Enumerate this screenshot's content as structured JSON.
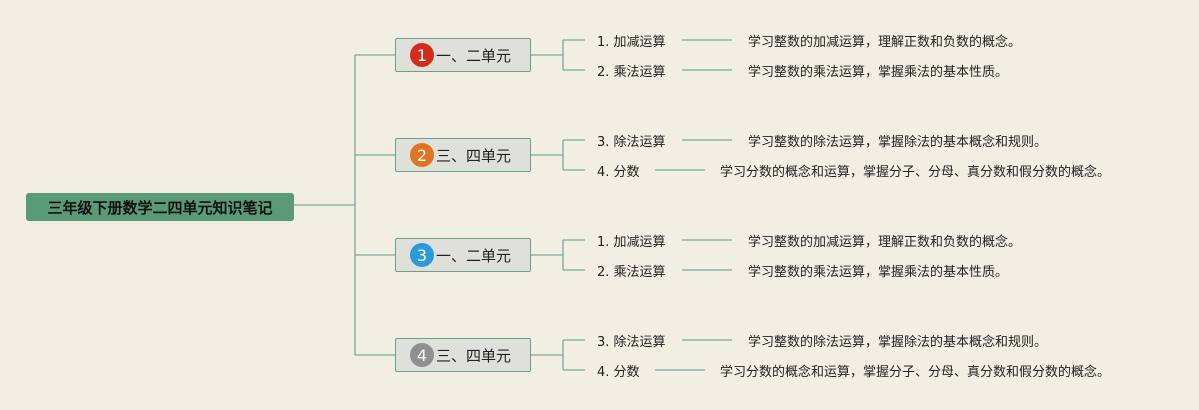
{
  "root": {
    "title": "三年级下册数学二四单元知识笔记"
  },
  "units": [
    {
      "number": "1",
      "label": "一、二单元",
      "color": "#d42b1e",
      "topics": [
        {
          "label": "1. 加减运算",
          "desc": "学习整数的加减运算，理解正数和负数的概念。"
        },
        {
          "label": "2. 乘法运算",
          "desc": "学习整数的乘法运算，掌握乘法的基本性质。"
        }
      ]
    },
    {
      "number": "2",
      "label": "三、四单元",
      "color": "#e27322",
      "topics": [
        {
          "label": "3. 除法运算",
          "desc": "学习整数的除法运算，掌握除法的基本概念和规则。"
        },
        {
          "label": "4. 分数",
          "desc": "学习分数的概念和运算，掌握分子、分母、真分数和假分数的概念。"
        }
      ]
    },
    {
      "number": "3",
      "label": "一、二单元",
      "color": "#2a9ad8",
      "topics": [
        {
          "label": "1. 加减运算",
          "desc": "学习整数的加减运算，理解正数和负数的概念。"
        },
        {
          "label": "2. 乘法运算",
          "desc": "学习整数的乘法运算，掌握乘法的基本性质。"
        }
      ]
    },
    {
      "number": "4",
      "label": "三、四单元",
      "color": "#8f8f8f",
      "topics": [
        {
          "label": "3. 除法运算",
          "desc": "学习整数的除法运算，掌握除法的基本概念和规则。"
        },
        {
          "label": "4. 分数",
          "desc": "学习分数的概念和运算，掌握分子、分母、真分数和假分数的概念。"
        }
      ]
    }
  ],
  "colors": {
    "connector": "#7aa898",
    "root_bg": "#5a9a76",
    "background": "#f1eee4"
  }
}
